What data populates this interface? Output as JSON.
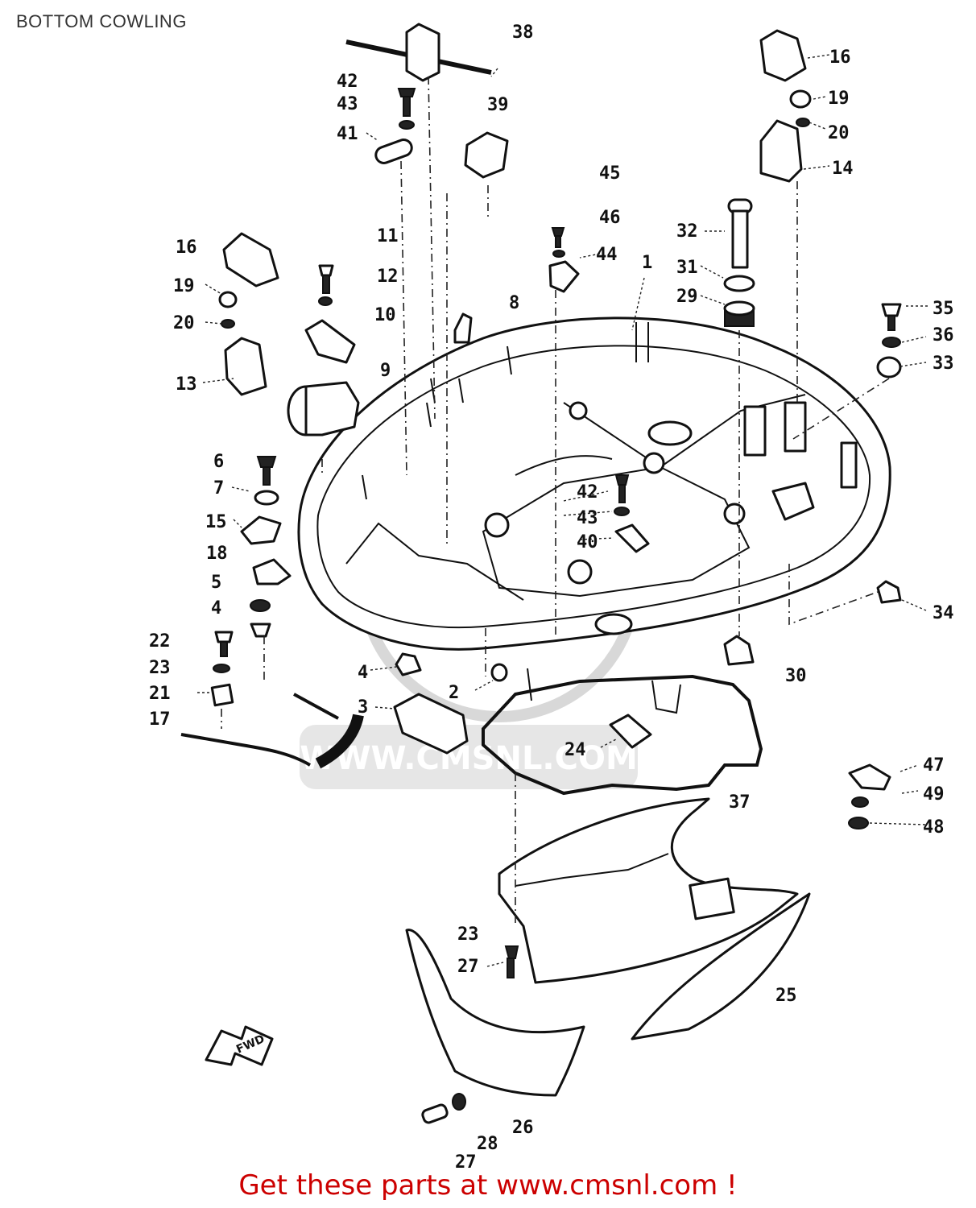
{
  "header": {
    "title": "BOTTOM COWLING"
  },
  "watermark": {
    "text": "WWW.CMSNL.COM"
  },
  "footer": {
    "link_text": "Get these parts at www.cmsnl.com !",
    "color": "#cc0000"
  },
  "callouts": [
    "1",
    "2",
    "3",
    "4",
    "4",
    "5",
    "6",
    "7",
    "8",
    "9",
    "10",
    "11",
    "12",
    "13",
    "14",
    "15",
    "16",
    "16",
    "17",
    "18",
    "19",
    "19",
    "20",
    "20",
    "21",
    "22",
    "23",
    "23",
    "24",
    "25",
    "26",
    "27",
    "27",
    "28",
    "29",
    "30",
    "31",
    "32",
    "33",
    "34",
    "35",
    "36",
    "37",
    "38",
    "39",
    "40",
    "41",
    "42",
    "42",
    "43",
    "43",
    "44",
    "45",
    "46",
    "47",
    "48",
    "49"
  ],
  "arrow_label": "FWD"
}
